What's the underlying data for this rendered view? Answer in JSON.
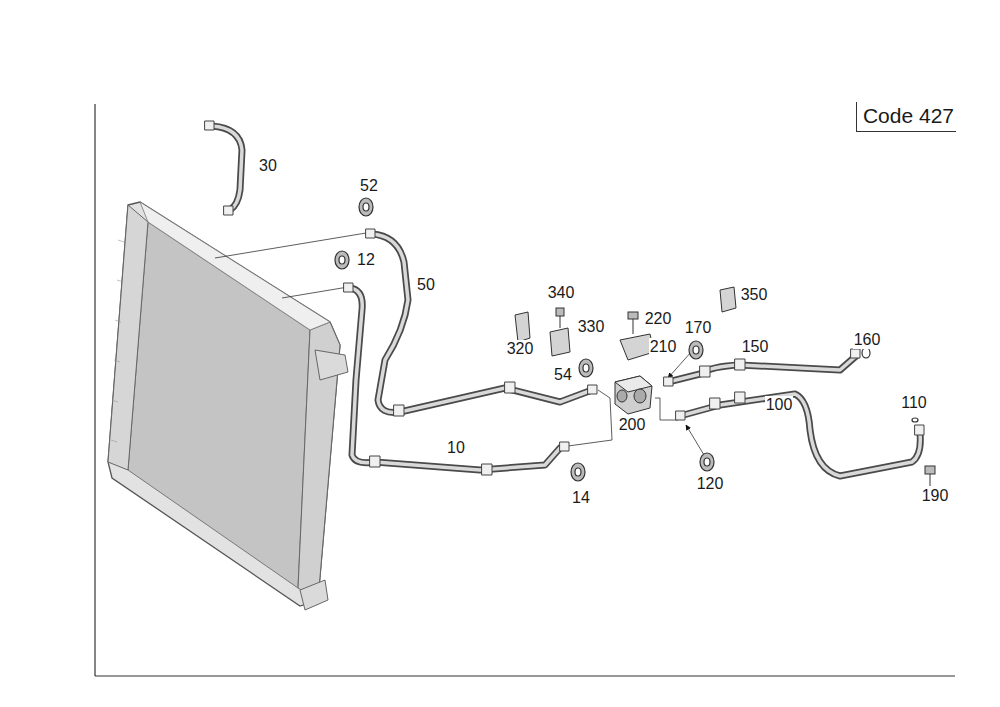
{
  "diagram": {
    "nodes": [
      {
        "text": [
          "Code 427"
        ]
      }
    ],
    "labels": [
      "30",
      "52",
      "12",
      "50",
      "340",
      "350",
      "330",
      "220",
      "170",
      "160",
      "320",
      "210",
      "150",
      "54",
      "200",
      "100",
      "110",
      "10",
      "120",
      "190",
      "14"
    ]
  }
}
